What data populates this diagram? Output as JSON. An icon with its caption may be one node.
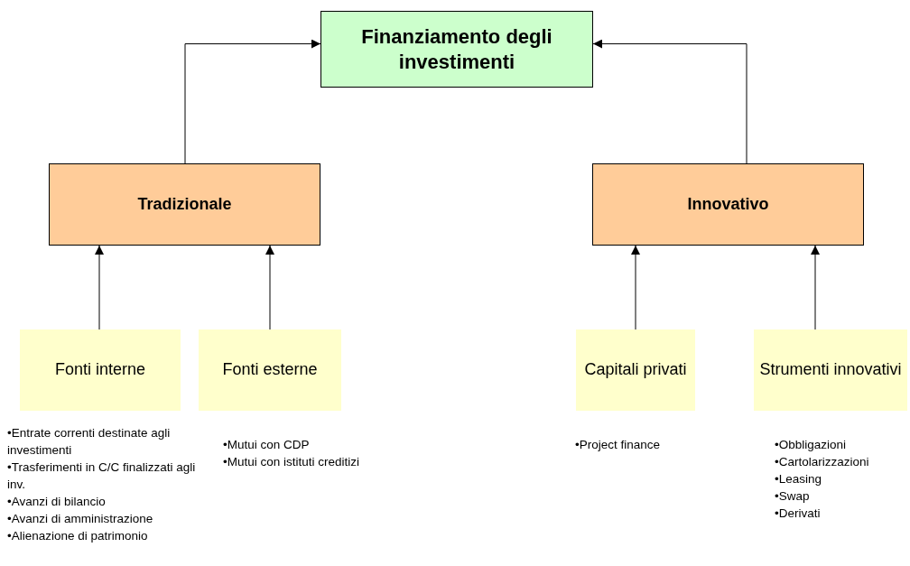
{
  "diagram": {
    "nodes": [
      {
        "text": [
          "Finanziamento degli investimenti"
        ]
      },
      {
        "text": [
          "Tradizionale"
        ]
      },
      {
        "text": [
          "Innovativo"
        ]
      },
      {
        "text": [
          "Fonti interne"
        ],
        "beside": [
          "•Entrate correnti destinate agli investimenti",
          "•Trasferimenti in C/C finalizzati agli inv.",
          "•Avanzi di bilancio",
          "•Avanzi di amministrazione",
          "•Alienazione di patrimonio"
        ]
      },
      {
        "text": [
          "Fonti esterne"
        ],
        "beside": [
          "•Mutui con CDP",
          "•Mutui  con istituti creditizi"
        ]
      },
      {
        "text": [
          "Capitali privati"
        ],
        "beside": [
          "•Project finance"
        ]
      },
      {
        "text": [
          "Strumenti innovativi"
        ],
        "beside": [
          "•Obbligazioni",
          "•Cartolarizzazioni",
          "•Leasing",
          "•Swap",
          "•Derivati"
        ]
      }
    ],
    "edges": [
      {
        "from": 1,
        "to": 0,
        "arrow": "to"
      },
      {
        "from": 2,
        "to": 0,
        "arrow": "to"
      },
      {
        "from": 3,
        "to": 1,
        "arrow": "to"
      },
      {
        "from": 4,
        "to": 1,
        "arrow": "to"
      },
      {
        "from": 5,
        "to": 2,
        "arrow": "to"
      },
      {
        "from": 6,
        "to": 2,
        "arrow": "to"
      }
    ]
  }
}
